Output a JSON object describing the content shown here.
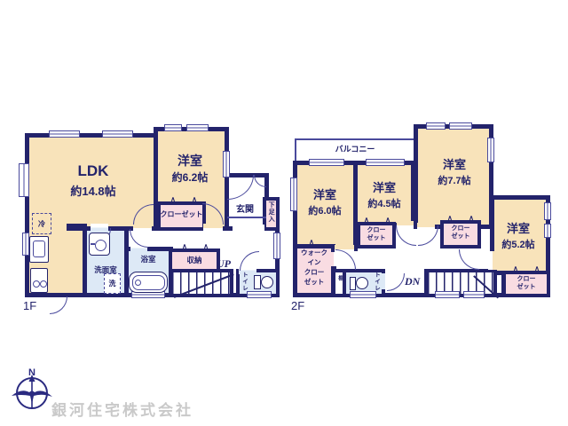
{
  "page": {
    "floor1_tag": "1F",
    "floor2_tag": "2F",
    "company_name": "銀河住宅株式会社",
    "compass_north": "N"
  },
  "floor1": {
    "ldk": {
      "name": "LDK",
      "size": "約14.8帖"
    },
    "bedroom": {
      "name": "洋室",
      "size": "約6.2帖"
    },
    "closet": "クローゼット",
    "entrance": "玄関",
    "shoe_cabinet": "下足入",
    "washroom": "洗面室",
    "bathroom": "浴室",
    "storage": "収納",
    "toilet": "トイレ",
    "stairs_label": "UP",
    "fridge": "冷",
    "washer": "洗"
  },
  "floor2": {
    "balcony": "バルコニー",
    "bedroom_west": {
      "name": "洋室",
      "size": "約6.0帖"
    },
    "bedroom_center": {
      "name": "洋室",
      "size": "約4.5帖"
    },
    "bedroom_northeast": {
      "name": "洋室",
      "size": "約7.7帖"
    },
    "bedroom_southeast": {
      "name": "洋室",
      "size": "約5.2帖"
    },
    "closet_line1": "クロー",
    "closet_line2": "ゼット",
    "walk_in_closet": {
      "l1": "ウォーク",
      "l2": "イン",
      "l3": "クロー",
      "l4": "ゼット"
    },
    "shelf": "棚",
    "toilet": "トイレ",
    "stairs_label": "DN"
  },
  "symbols": {
    "hanger_mark": "∧ ∧",
    "hanger_mark_single": "∧"
  },
  "colors": {
    "wall": "#23236b",
    "room_fill": "#f8e3ba",
    "closet_fill": "#f9dce2",
    "wet_area_fill": "#dde9f6",
    "door_line": "#4a4a9c",
    "company_text": "#c9c9c9"
  }
}
